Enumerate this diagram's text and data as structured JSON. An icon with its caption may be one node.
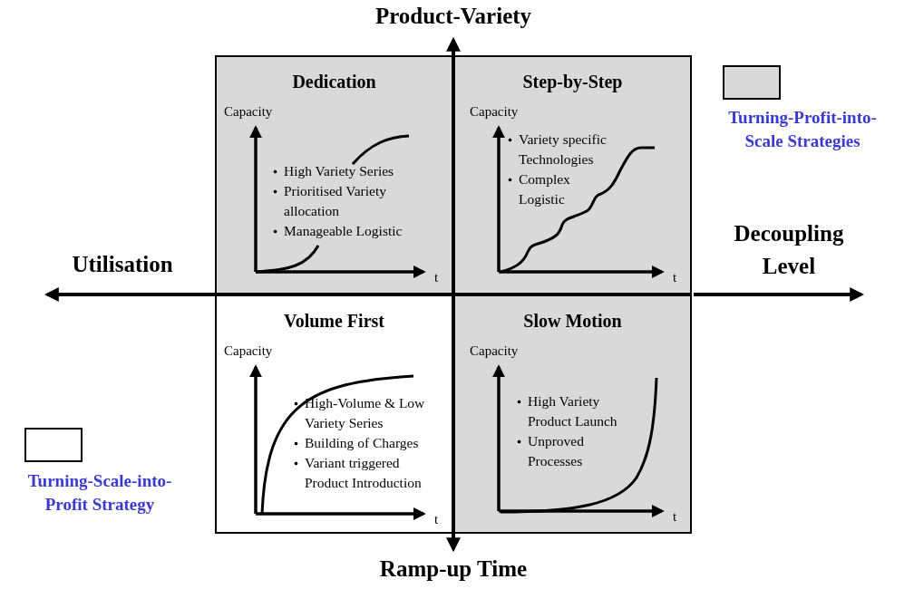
{
  "diagram": {
    "nodes": [
      {
        "text": [
          "Dedication",
          "Capacity",
          "High Variety Series",
          "Prioritised Variety allocation",
          "Manageable Logistic",
          "t"
        ]
      },
      {
        "text": [
          "Step-by-Step",
          "Capacity",
          "Variety specific Technologies",
          "Complex Logistic",
          "t"
        ]
      },
      {
        "text": [
          "Volume First",
          "Capacity",
          "High-Volume & Low Variety Series",
          "Building of Charges",
          "Variant triggered Product Introduction",
          "t"
        ]
      },
      {
        "text": [
          "Slow Motion",
          "Capacity",
          "High Variety Product Launch",
          "Unproved Processes",
          "t"
        ]
      }
    ],
    "edges": [],
    "labels": [
      "Product-Variety",
      "Decoupling Level",
      "Utilisation",
      "Ramp-up Time"
    ],
    "legend": [
      {
        "text": "Turning-Profit-into-Scale Strategies",
        "color": "#d9d9d9"
      },
      {
        "text": "Turning-Scale-into-Profit Strategy",
        "color": "#ffffff"
      }
    ]
  }
}
